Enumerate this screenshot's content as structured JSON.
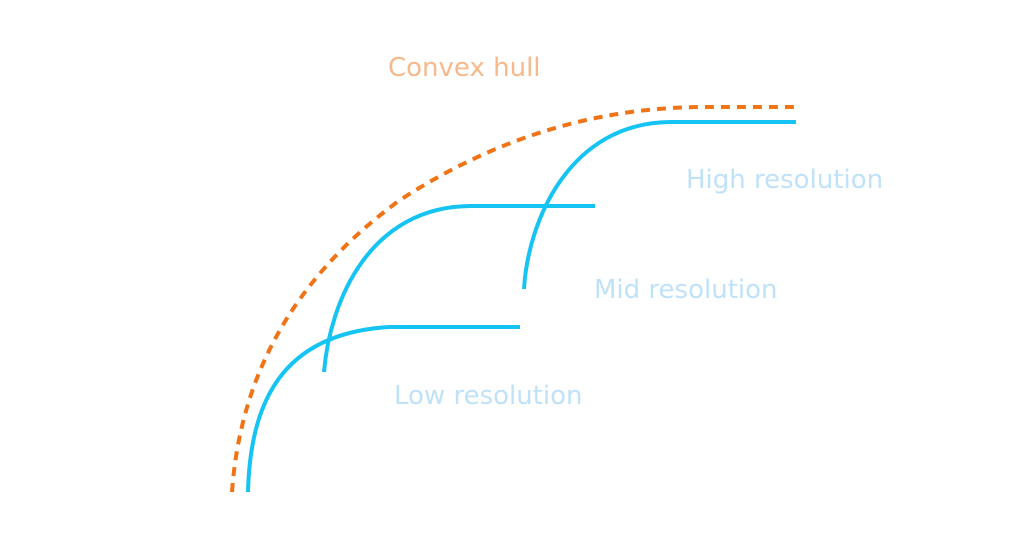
{
  "labels": {
    "convex_hull": "Convex hull",
    "high_resolution": "High resolution",
    "mid_resolution": "Mid resolution",
    "low_resolution": "Low resolution"
  },
  "colors": {
    "hull": "#f07316",
    "hull_label": "#f7b98c",
    "curve": "#16c4f4",
    "curve_label": "#bfe2f8"
  }
}
